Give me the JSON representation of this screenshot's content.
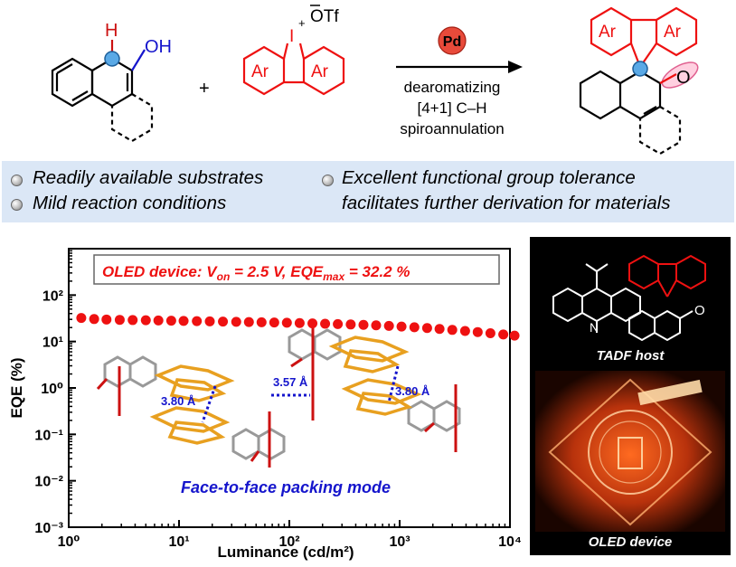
{
  "scheme": {
    "reactant_oh": "OH",
    "reactant_h": "H",
    "plus": "+",
    "iodonium_i": "I",
    "iodonium_plus": "+",
    "iodonium_counterion": "OTf",
    "ar_left": "Ar",
    "ar_right": "Ar",
    "catalyst": "Pd",
    "condition_1": "dearomatizing",
    "condition_2": "[4+1] C–H",
    "condition_3": "spiroannulation",
    "product_ar_left": "Ar",
    "product_ar_right": "Ar",
    "product_o": "O"
  },
  "features": {
    "item_1": "Readily available substrates",
    "item_2": "Mild reaction conditions",
    "item_3": "Excellent functional group tolerance",
    "item_3_cont": "facilitates further derivation for materials"
  },
  "chart_data": {
    "type": "scatter",
    "xscale": "log",
    "yscale": "log",
    "xlim": [
      1,
      10000
    ],
    "ylim": [
      0.001,
      1000
    ],
    "xlabel": "Luminance (cd/m²)",
    "ylabel": "EQE (%)",
    "x_ticks": [
      "10⁰",
      "10¹",
      "10²",
      "10³",
      "10⁴"
    ],
    "y_ticks": [
      "10⁻³",
      "10⁻²",
      "10⁻¹",
      "10⁰",
      "10¹",
      "10²"
    ],
    "x": [
      1.3,
      1.7,
      2.2,
      2.9,
      3.8,
      5,
      6.5,
      8.5,
      11,
      14.5,
      19,
      25,
      33,
      43,
      56,
      73,
      95,
      124,
      162,
      211,
      275,
      360,
      470,
      612,
      800,
      1040,
      1360,
      1775,
      2300,
      3000,
      3920,
      5100,
      6650,
      8700,
      11000
    ],
    "y": [
      32.2,
      30.5,
      29.8,
      29.3,
      29.0,
      28.7,
      28.4,
      28.1,
      27.8,
      27.5,
      27.2,
      26.9,
      26.6,
      26.3,
      26.0,
      25.7,
      25.4,
      25.0,
      24.6,
      24.2,
      23.8,
      23.3,
      22.8,
      22.3,
      21.7,
      21.0,
      20.3,
      19.5,
      18.7,
      17.8,
      16.9,
      16.0,
      15.1,
      14.2,
      13.4
    ],
    "series_color": "#ee1111",
    "annotation_main_prefix": "OLED device: V",
    "annotation_sub_on": "on",
    "annotation_mid": " = 2.5 V, EQE",
    "annotation_sub_max": "max",
    "annotation_tail": " = 32.2 %",
    "packing_label": "Face-to-face packing mode",
    "distances": [
      "3.80 Å",
      "3.57 Å",
      "3.80 Å"
    ]
  },
  "panel": {
    "host_label": "TADF host",
    "device_label": "OLED device",
    "n_label": "N",
    "o_label": "O"
  },
  "colors": {
    "red": "#ee1111",
    "blue": "#1515cc",
    "band": "#dbe7f6",
    "gold": "#e8a020"
  }
}
